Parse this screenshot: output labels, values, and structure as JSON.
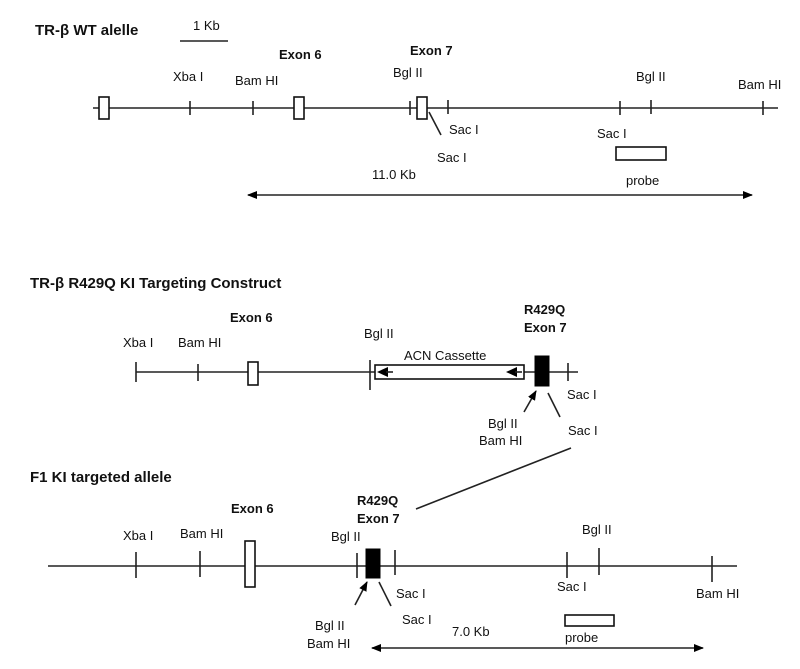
{
  "wt": {
    "title": "TR-β WT alelle",
    "scale_label": "1 Kb",
    "exon6": "Exon 6",
    "exon7": "Exon 7",
    "sites": [
      "Xba I",
      "Bam HI",
      "Bgl II",
      "Bgl II",
      "Bam HI"
    ],
    "sac1_a": "Sac I",
    "sac1_b": "Sac I",
    "sac1_c": "Sac I",
    "fragment": "11.0 Kb",
    "probe": "probe"
  },
  "construct": {
    "title": "TR-β R429Q KI Targeting Construct",
    "exon6": "Exon 6",
    "exon7_line1": "R429Q",
    "exon7_line2": "Exon 7",
    "sites": [
      "Xba I",
      "Bam HI",
      "Bgl II"
    ],
    "cassette": "ACN Cassette",
    "sac1_a": "Sac I",
    "sac1_b": "Sac I",
    "bgl_bam_1": "Bgl II",
    "bgl_bam_2": "Bam HI"
  },
  "f1": {
    "title": "F1 KI targeted allele",
    "exon6": "Exon 6",
    "exon7_line1": "R429Q",
    "exon7_line2": "Exon 7",
    "sites": [
      "Xba I",
      "Bam HI",
      "Bgl II",
      "Bgl II",
      "Bam HI"
    ],
    "sac1_a": "Sac I",
    "sac1_b": "Sac I",
    "sac1_c": "Sac I",
    "bgl_bam_1": "Bgl II",
    "bgl_bam_2": "Bam HI",
    "fragment": "7.0 Kb",
    "probe": "probe"
  }
}
